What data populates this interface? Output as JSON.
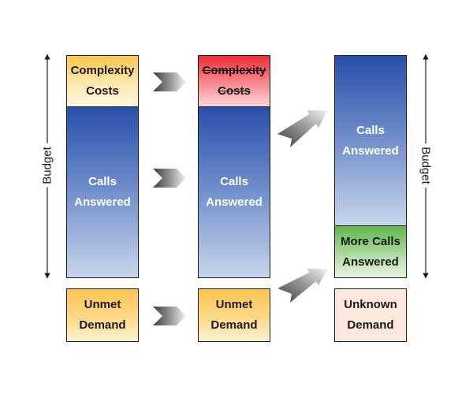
{
  "columns": {
    "left": {
      "complexity_costs": "Complexity\nCosts",
      "calls_answered": "Calls\nAnswered",
      "unmet_demand": "Unmet\nDemand"
    },
    "middle": {
      "complexity_costs": "Complexity\nCosts",
      "calls_answered": "Calls\nAnswered",
      "unmet_demand": "Unmet\nDemand"
    },
    "right": {
      "calls_answered": "Calls\nAnswered",
      "more_calls_answered": "More Calls\nAnswered",
      "unknown_demand": "Unknown\nDemand"
    }
  },
  "budget": {
    "left_label": "Budget",
    "right_label": "Budget"
  },
  "colors": {
    "arrow_dark": "#4a4a4a",
    "arrow_light": "#f2f2f2",
    "border": "#1a1a1a"
  },
  "icons": {
    "chevron": "chevron-right-icon",
    "angled_arrow": "angled-arrow-icon"
  }
}
